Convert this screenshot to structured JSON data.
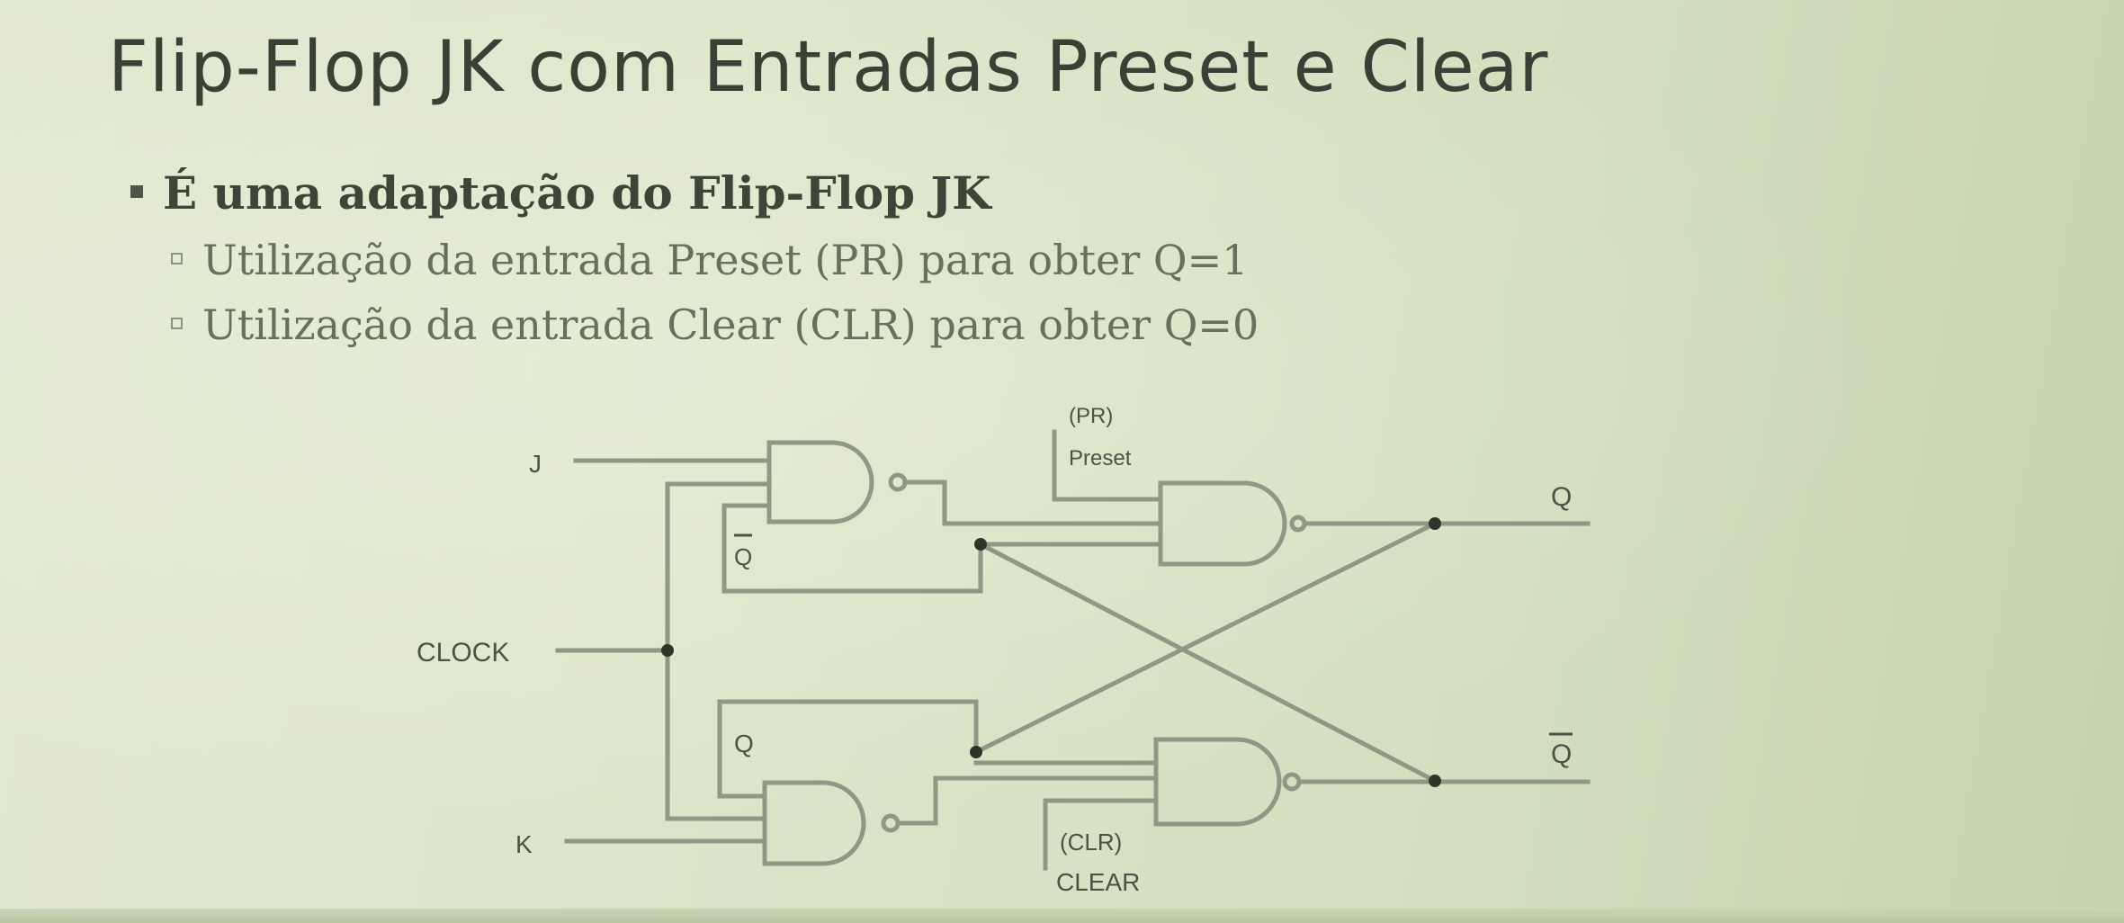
{
  "slide": {
    "title": "Flip-Flop JK com Entradas Preset e Clear",
    "bullet": "É uma adaptação do Flip-Flop JK",
    "subbullets": [
      "Utilização da entrada Preset (PR) para obter Q=1",
      "Utilização da entrada Clear (CLR) para obter Q=0"
    ]
  },
  "diagram": {
    "labels": {
      "j": "J",
      "k": "K",
      "clock": "CLOCK",
      "pr": "(PR)",
      "preset": "Preset",
      "clr": "(CLR)",
      "clear": "CLEAR",
      "q_out": "Q",
      "qbar_out": "Q",
      "q_feedback_top": "Q",
      "q_feedback_bottom": "Q"
    }
  },
  "colors": {
    "background": "#dce5c9",
    "text": "#3b4036",
    "wire": "#8f9785"
  }
}
